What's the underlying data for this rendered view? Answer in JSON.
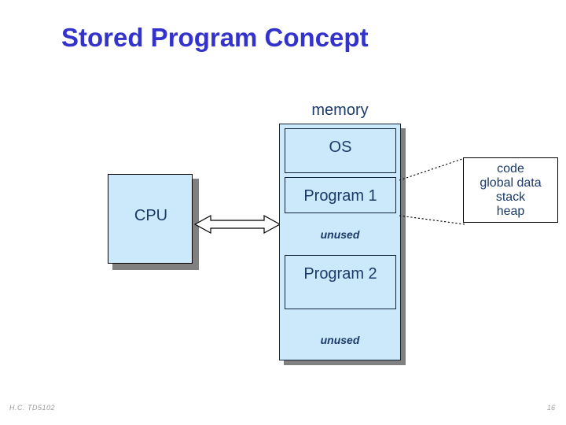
{
  "slide": {
    "title": "Stored Program Concept"
  },
  "cpu": {
    "label": "CPU"
  },
  "connector": {
    "arrow_name": "cpu-memory-bidirectional-arrow"
  },
  "memory": {
    "caption": "memory",
    "blocks": [
      {
        "label": "OS",
        "kind": "block"
      },
      {
        "label": "Program 1",
        "kind": "block"
      },
      {
        "label": "unused",
        "kind": "free"
      },
      {
        "label": "Program 2",
        "kind": "block"
      },
      {
        "label": "unused",
        "kind": "free"
      }
    ]
  },
  "callout": {
    "text": "code\nglobal data\nstack\nheap",
    "lines": [
      "code",
      "global data",
      "stack",
      "heap"
    ]
  },
  "footer": {
    "left": "H.C. TD5102",
    "page_number": "16"
  },
  "colors": {
    "title": "#3333cc",
    "box_fill": "#cce9fb",
    "box_border": "#10243f",
    "text": "#1b3a68",
    "shadow": "#808080",
    "footer_text": "#9a9a9a",
    "callout_fill": "#ffffff",
    "callout_border": "#000000"
  }
}
